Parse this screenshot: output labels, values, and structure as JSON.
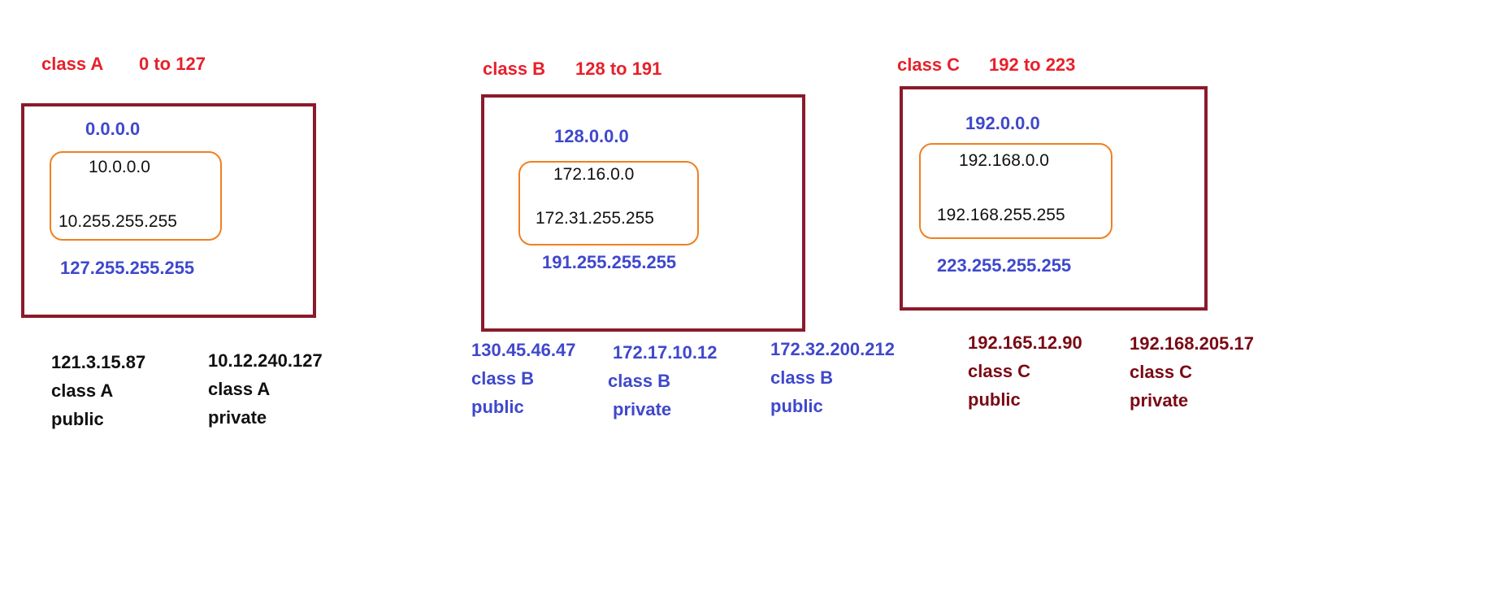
{
  "class_a": {
    "title": "class A",
    "range": "0 to 127",
    "start": "0.0.0.0",
    "end": "127.255.255.255",
    "private_start": "10.0.0.0",
    "private_end": "10.255.255.255",
    "examples": [
      {
        "ip": "121.3.15.87",
        "cls": "class A",
        "type": "public"
      },
      {
        "ip": "10.12.240.127",
        "cls": "class A",
        "type": "private"
      }
    ]
  },
  "class_b": {
    "title": "class B",
    "range": "128 to 191",
    "start": "128.0.0.0",
    "end": "191.255.255.255",
    "private_start": "172.16.0.0",
    "private_end": "172.31.255.255",
    "examples": [
      {
        "ip": "130.45.46.47",
        "cls": "class B",
        "type": "public"
      },
      {
        "ip": "172.17.10.12",
        "cls": "class B",
        "type": "private"
      },
      {
        "ip": "172.32.200.212",
        "cls": "class B",
        "type": "public"
      }
    ]
  },
  "class_c": {
    "title": "class C",
    "range": "192 to 223",
    "start": "192.0.0.0",
    "end": "223.255.255.255",
    "private_start": "192.168.0.0",
    "private_end": "192.168.255.255",
    "examples": [
      {
        "ip": "192.165.12.90",
        "cls": "class C",
        "type": "public"
      },
      {
        "ip": "192.168.205.17",
        "cls": "class C",
        "type": "private"
      }
    ]
  },
  "colors": {
    "heading": "#e8202a",
    "range_bound": "#3f48cc",
    "box_border": "#8b1a2b",
    "private_border": "#f07f20",
    "class_c_examples": "#7a0a14"
  }
}
